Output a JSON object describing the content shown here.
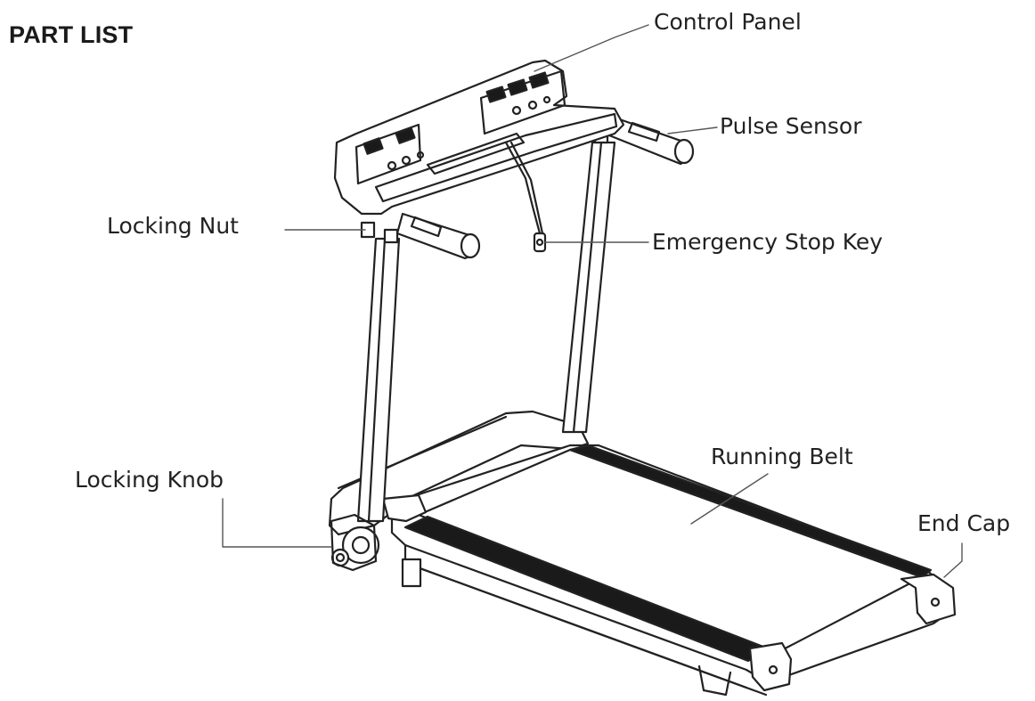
{
  "heading": "PART LIST",
  "labels": {
    "control_panel": "Control Panel",
    "pulse_sensor": "Pulse Sensor",
    "locking_nut": "Locking Nut",
    "emergency_stop_key": "Emergency Stop Key",
    "running_belt": "Running Belt",
    "locking_knob": "Locking Knob",
    "end_cap": "End Cap"
  }
}
